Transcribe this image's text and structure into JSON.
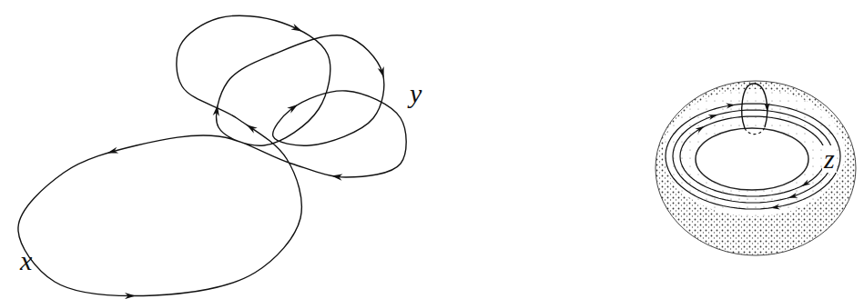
{
  "diagram": {
    "labels": [
      "x",
      "y",
      "z"
    ]
  }
}
